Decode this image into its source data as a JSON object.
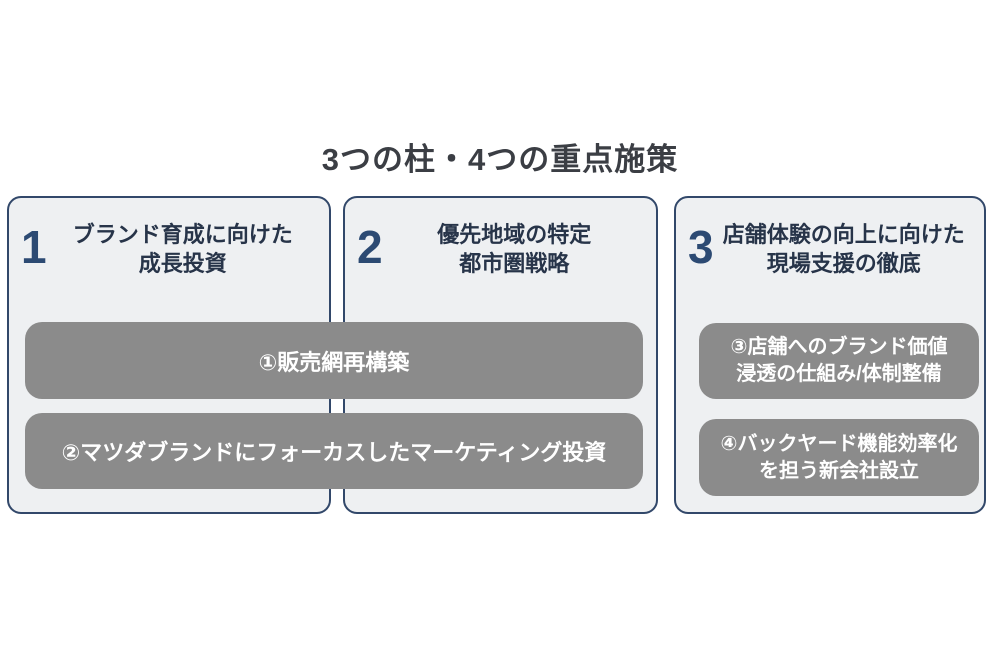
{
  "title": "3つの柱・4つの重点施策",
  "colors": {
    "background": "#ffffff",
    "pillar_fill": "#eef0f2",
    "pillar_border": "#32486a",
    "number_navy": "#2c4a73",
    "header_text": "#273449",
    "title_text": "#3b3e44",
    "measure_gray": "#8b8b8b",
    "measure_text": "#ffffff"
  },
  "pillars": [
    {
      "number": "1",
      "title_line1": "ブランド育成に向けた",
      "title_line2": "成長投資"
    },
    {
      "number": "2",
      "title_line1": "優先地域の特定",
      "title_line2": "都市圏戦略"
    },
    {
      "number": "3",
      "title_line1": "店舗体験の向上に向けた",
      "title_line2": "現場支援の徹底"
    }
  ],
  "measures": [
    {
      "label": "①販売網再構築"
    },
    {
      "label": "②マツダブランドにフォーカスしたマーケティング投資"
    },
    {
      "label_line1": "③店舗へのブランド価値",
      "label_line2": "浸透の仕組み/体制整備"
    },
    {
      "label_line1": "④バックヤード機能効率化",
      "label_line2": "を担う新会社設立"
    }
  ]
}
